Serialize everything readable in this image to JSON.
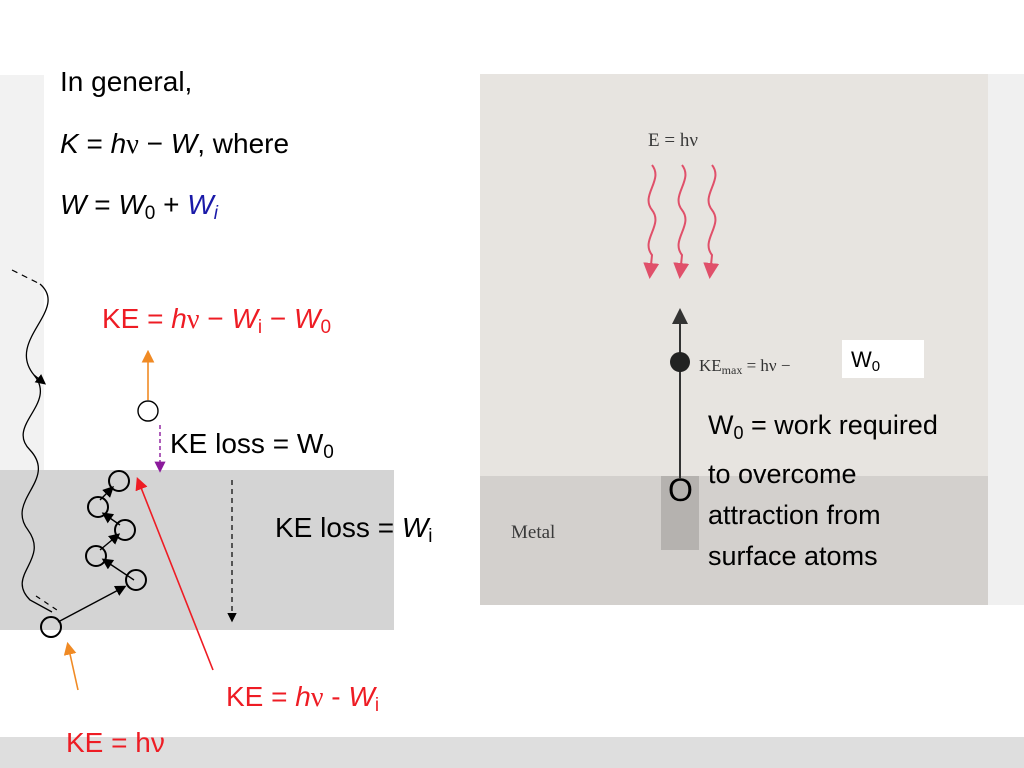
{
  "header": {
    "line1": "In general,",
    "line2": {
      "k": "K",
      "eq": " = ",
      "h": "h",
      "nu": "ν",
      "minus": " − ",
      "w": "W",
      "rest": ", where"
    },
    "line3": {
      "w": "W",
      "eq": " = ",
      "w0": "W",
      "w0_sub": "0",
      "plus": " + ",
      "wi": "W",
      "wi_sub": "i"
    }
  },
  "left_diagram": {
    "ke_total": {
      "ke": "KE = ",
      "h": "h",
      "nu": "ν",
      "m1": " − ",
      "w1": "W",
      "w1_sub": "i",
      "m2": " − ",
      "w2": "W",
      "w2_sub": "0"
    },
    "ke_loss_w0": {
      "text": "KE loss = W",
      "sub": "0"
    },
    "ke_loss_wi": {
      "text": "KE loss = ",
      "w": "W",
      "sub": "i"
    },
    "ke_inside": {
      "ke": "KE = ",
      "h": "h",
      "nu": "ν",
      "minus": " - ",
      "w": "W",
      "sub": "i"
    },
    "ke_hv": "KE = hν"
  },
  "right_figure": {
    "photon_energy": "E = hν",
    "ke_max": {
      "ke": "KE",
      "sub": "max",
      "rest": " = hν −"
    },
    "metal_label": "Metal",
    "w0_box": {
      "w": "W",
      "sub": "0"
    },
    "electron_symbol": "O",
    "w0_description": {
      "w": "W",
      "sub": "0",
      "text": " = work required to overcome attraction from surface atoms"
    }
  },
  "colors": {
    "red": "#ee1c24",
    "blue": "#1a1aa8",
    "orange": "#f08a24",
    "purple": "#8b1a9c",
    "photon": "#e0506a"
  }
}
